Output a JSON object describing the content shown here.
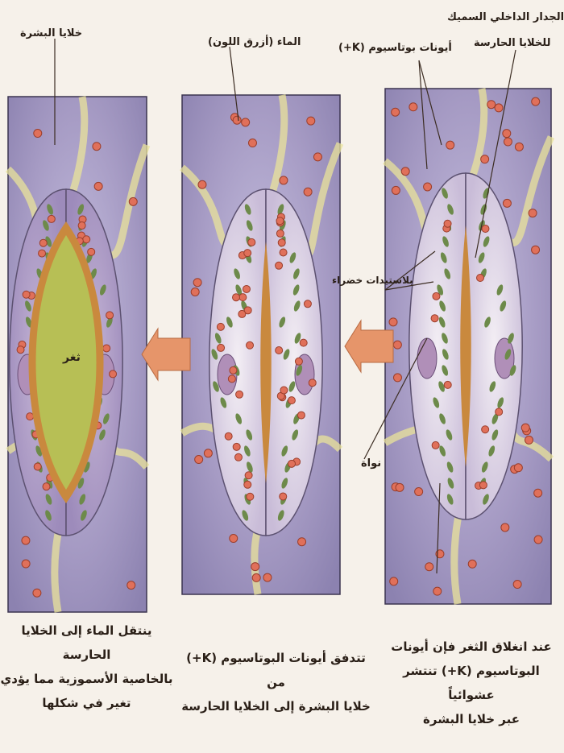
{
  "labels": {
    "epidermal_cells": "خلايا البشرة",
    "water": "الماء (أزرق اللون)",
    "potassium_ions": "أيونات بوتاسيوم (K+)",
    "inner_wall_line1": "الجدار الداخلي السميك",
    "inner_wall_line2": "للخلايا الحارسة",
    "chloroplasts": "بلاستيدات خضراء",
    "nucleus": "نواة",
    "stoma": "ثغر"
  },
  "captions": {
    "right": [
      "عند انغلاق الثغر فإن أيونات",
      "البوتاسيوم (K+) تنتشر عشوائياً",
      "عبر خلايا البشرة"
    ],
    "middle": [
      "تتدفق أيونات البوتاسيوم (K+) من",
      "خلايا البشرة إلى الخلايا الحارسة"
    ],
    "left": [
      "ينتقل الماء إلى الخلايا الحارسة",
      "بالخاصية الأسموزية مما يؤدي",
      "تغير في شكلها"
    ]
  },
  "colors": {
    "tissue": "#a69bc4",
    "vein": "#e9e39a",
    "guard_cell": "#d8cfe2",
    "ion": "#e0705a",
    "chloroplast": "#6d8a4a",
    "nucleus": "#b08fb8",
    "pore_wall": "#c9893e",
    "open_pore": "#b7bf55",
    "arrow": "#e6956a"
  }
}
